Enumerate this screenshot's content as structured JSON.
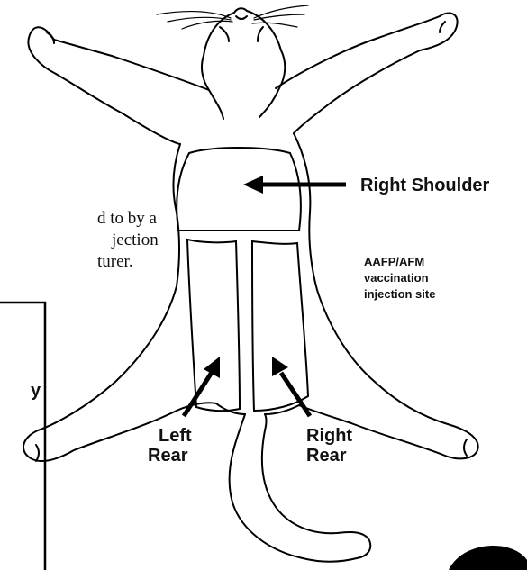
{
  "labels": {
    "right_shoulder": "Right Shoulder",
    "left_rear_line1": "Left",
    "left_rear_line2": "Rear",
    "right_rear_line1": "Right",
    "right_rear_line2": "Rear",
    "site_note_line1": "AAFP/AFM",
    "site_note_line2": "vaccination",
    "site_note_line3": "injection site"
  },
  "left_text": {
    "line1": "d to by a",
    "line2": "jection",
    "line3": "turer.",
    "box_fragment": "y"
  }
}
